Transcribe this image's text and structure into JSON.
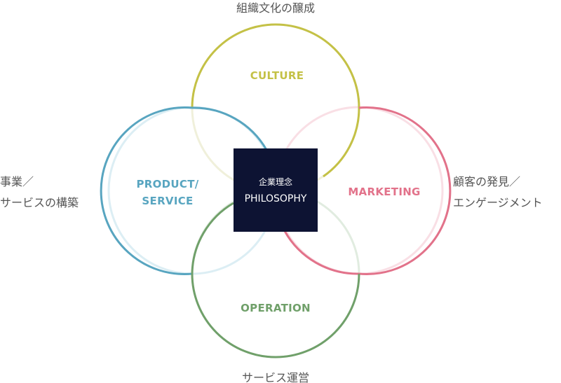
{
  "diagram": {
    "center": {
      "title_ja": "企業理念",
      "title_en": "PHILOSOPHY"
    },
    "circles": [
      {
        "id": "culture",
        "label_lines": [
          "CULTURE"
        ],
        "outer_lines": [
          "組織文化の醸成"
        ],
        "color": "#c4c146",
        "fade_color": "#f0f0db"
      },
      {
        "id": "product",
        "label_lines": [
          "PRODUCT/",
          "SERVICE"
        ],
        "outer_lines": [
          "事業／",
          "サービスの構築"
        ],
        "color": "#58a5c0",
        "fade_color": "#dceef4"
      },
      {
        "id": "marketing",
        "label_lines": [
          "MARKETING"
        ],
        "outer_lines": [
          "顧客の発見／",
          "エンゲージメント"
        ],
        "color": "#e2728a",
        "fade_color": "#f9dfe5"
      },
      {
        "id": "operation",
        "label_lines": [
          "OPERATION"
        ],
        "outer_lines": [
          "サービス運営"
        ],
        "color": "#70a06a",
        "fade_color": "#e1ece0"
      }
    ],
    "center_box_color": "#0d1333"
  }
}
